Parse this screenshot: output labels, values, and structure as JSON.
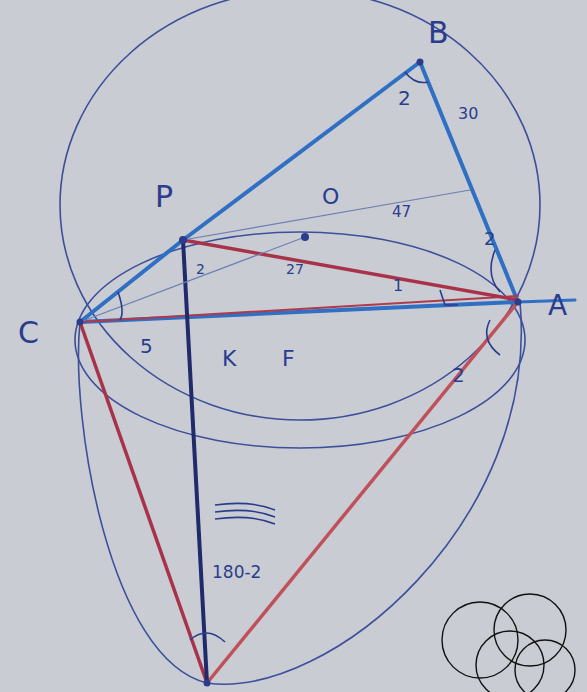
{
  "diagram": {
    "labels": [
      "B",
      "30",
      "2",
      "P",
      "O",
      "47",
      "2",
      "C",
      "A",
      "27",
      "1",
      "5",
      "K",
      "F",
      "2",
      "180-2",
      "2"
    ]
  }
}
